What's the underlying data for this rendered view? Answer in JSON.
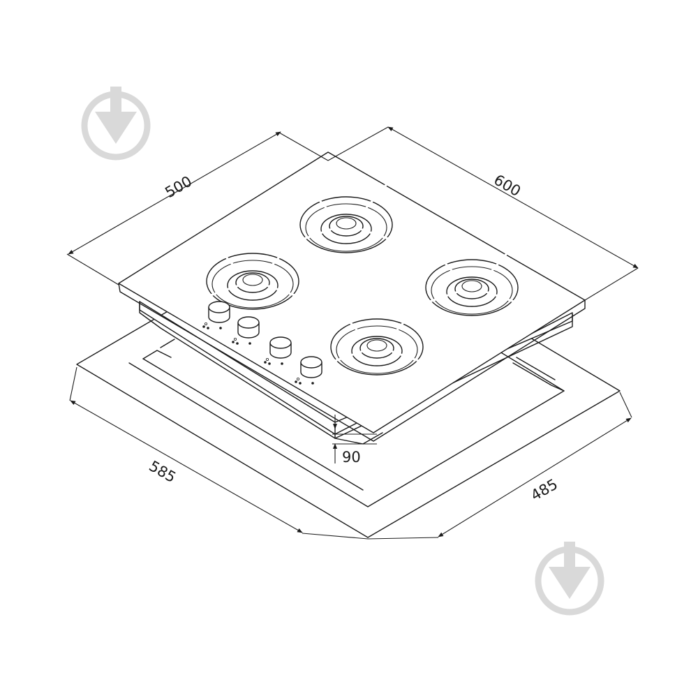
{
  "dimensions": {
    "depth_top": "500",
    "width_top": "600",
    "cutout_width": "585",
    "cutout_depth": "485",
    "height": "90"
  },
  "colors": {
    "line": "#1a1a1a",
    "watermark": "#d9d9d9",
    "background": "#ffffff"
  },
  "icons": [
    "watermark-logo-icon",
    "watermark-logo-icon"
  ]
}
